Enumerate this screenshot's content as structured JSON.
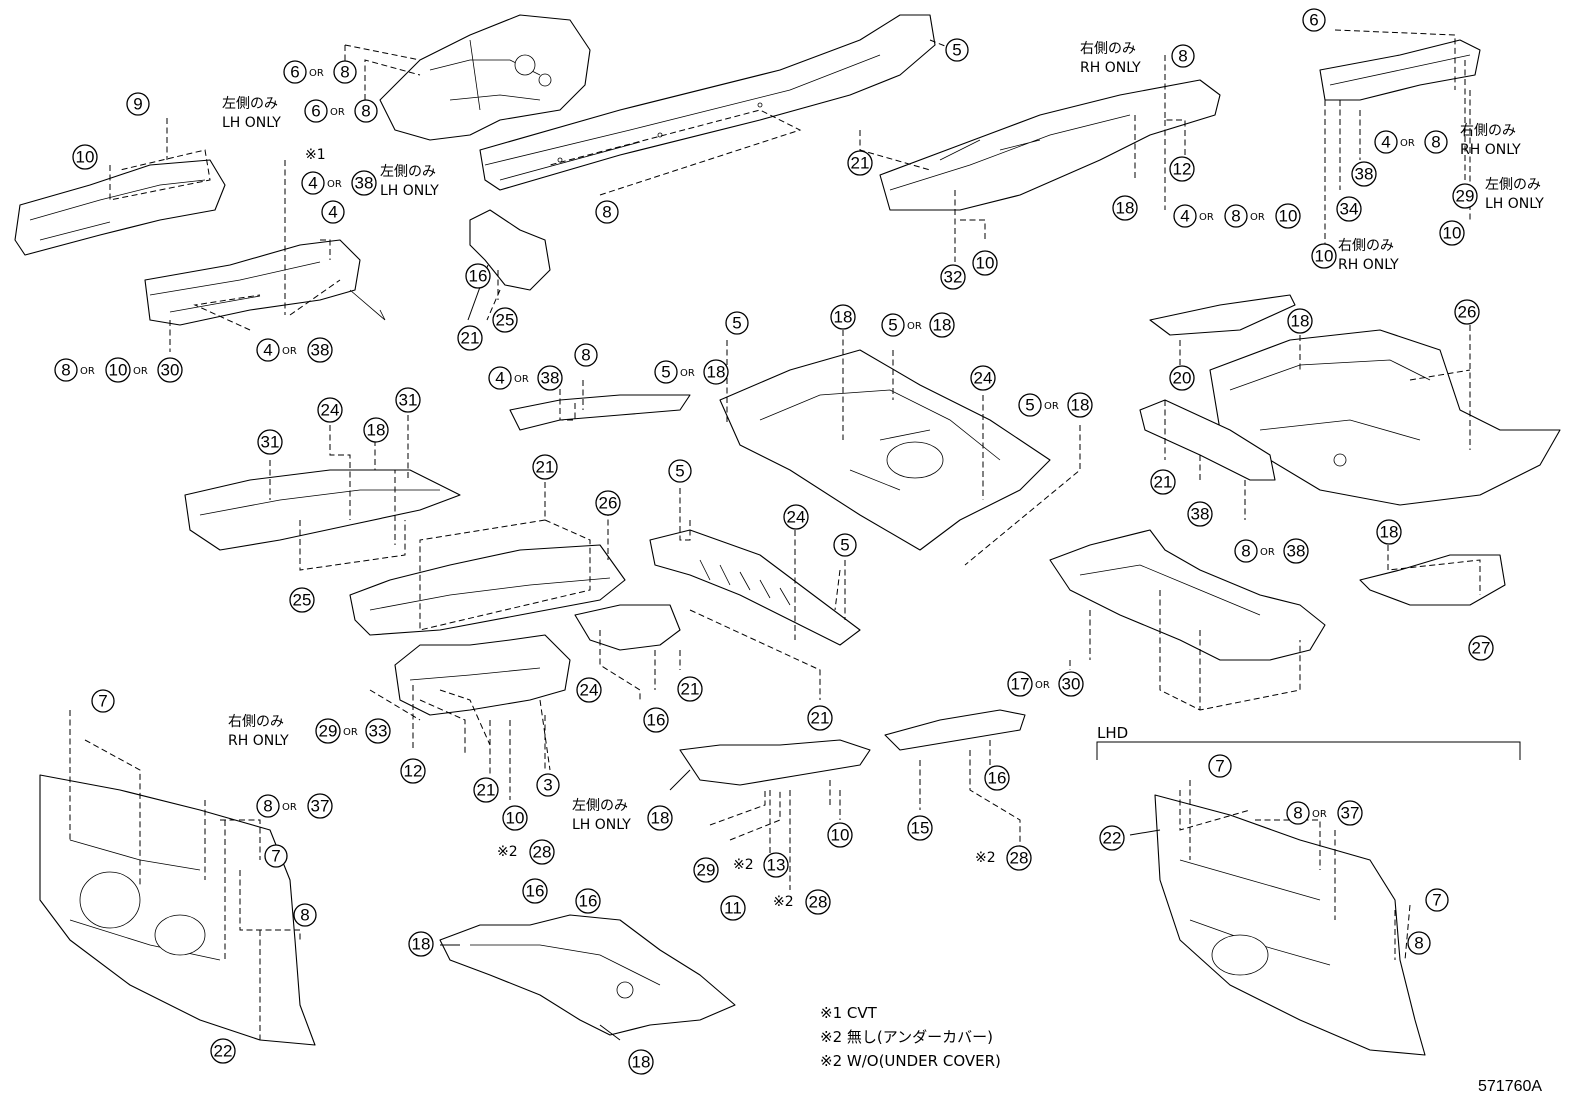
{
  "diagram": {
    "illustration_code": "571760A",
    "lhd_label": "LHD",
    "legend": [
      "※1 CVT",
      "※2 無し(アンダーカバー)",
      "※2 W/O(UNDER COVER)"
    ],
    "or_label": "OR",
    "notes": {
      "lh_only_jp": "左側のみ",
      "lh_only_en": "LH ONLY",
      "rh_only_jp": "右側のみ",
      "rh_only_en": "RH ONLY",
      "mark1": "※1",
      "mark2": "※2"
    },
    "callouts": {
      "n3": "3",
      "n4": "4",
      "n5": "5",
      "n6": "6",
      "n7": "7",
      "n8": "8",
      "n9": "9",
      "n10": "10",
      "n11": "11",
      "n12": "12",
      "n13": "13",
      "n15": "15",
      "n16": "16",
      "n17": "17",
      "n18": "18",
      "n20": "20",
      "n21": "21",
      "n22": "22",
      "n24": "24",
      "n25": "25",
      "n26": "26",
      "n27": "27",
      "n28": "28",
      "n29": "29",
      "n30": "30",
      "n31": "31",
      "n32": "32",
      "n33": "33",
      "n34": "34",
      "n37": "37",
      "n38": "38"
    }
  }
}
